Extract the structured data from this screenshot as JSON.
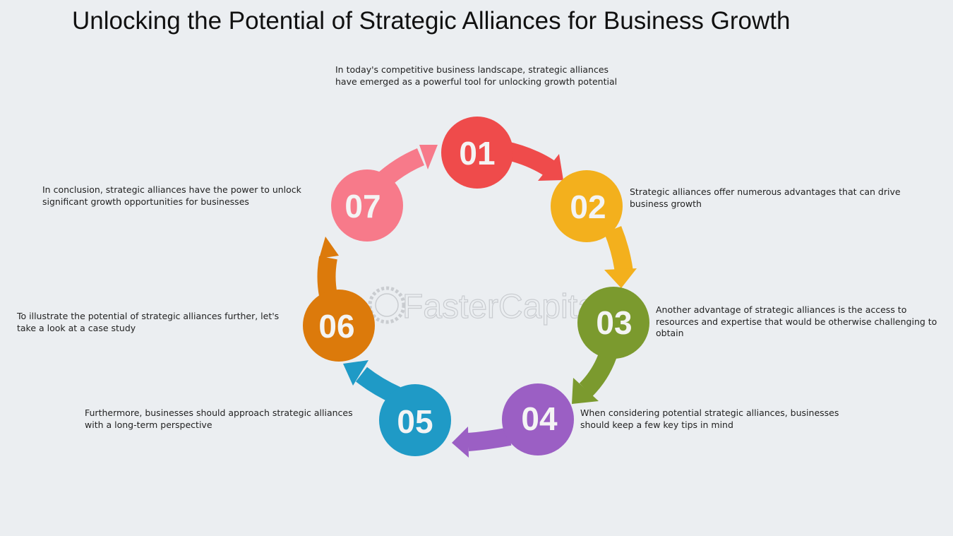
{
  "title": "Unlocking the Potential of Strategic Alliances for Business Growth",
  "watermark": "FasterCapital",
  "steps": [
    {
      "num": "01",
      "color": "#ef4b4b",
      "text": "In today's competitive business landscape, strategic alliances have emerged as a powerful tool for unlocking growth potential"
    },
    {
      "num": "02",
      "color": "#f3b01d",
      "text": "Strategic alliances offer numerous advantages that can drive business growth"
    },
    {
      "num": "03",
      "color": "#7b9a2e",
      "text": "Another advantage of strategic alliances is the access to resources and expertise that would be otherwise challenging to obtain"
    },
    {
      "num": "04",
      "color": "#9b5fc4",
      "text": "When considering potential strategic alliances, businesses should keep a few key tips in mind"
    },
    {
      "num": "05",
      "color": "#1f9ac6",
      "text": "Furthermore, businesses should approach strategic alliances with a long-term perspective"
    },
    {
      "num": "06",
      "color": "#dc7a0b",
      "text": "To illustrate the potential of strategic alliances further, let's take a look at a case study"
    },
    {
      "num": "07",
      "color": "#f77a8a",
      "text": "In conclusion, strategic alliances have the power to unlock significant growth opportunities for businesses"
    }
  ]
}
